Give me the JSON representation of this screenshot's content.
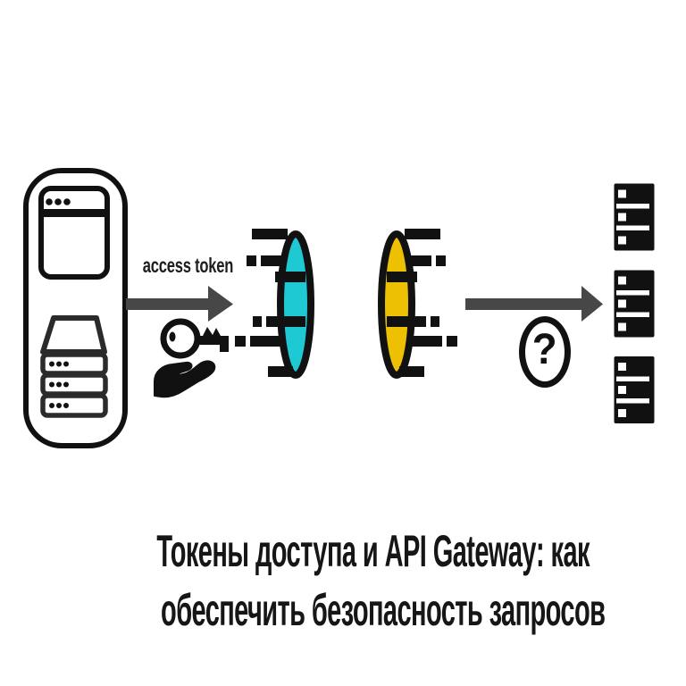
{
  "page": {
    "background": "#FFFFFF"
  },
  "colors": {
    "ink": "#161616",
    "arrow": "#474747",
    "gateway_in": "#1FC9D3",
    "gateway_out": "#EDC004"
  },
  "flow": {
    "token_label": "access token",
    "question_mark": "?",
    "icons": [
      "client-device-icon",
      "browser-window-icon",
      "server-stack-icon",
      "key-in-hand-icon",
      "arrow-right-icon",
      "api-gateway-inbound-icon",
      "api-gateway-outbound-icon",
      "question-badge-icon",
      "backend-server-icon"
    ]
  },
  "caption": {
    "line1": "Токены доступа и API Gateway: как",
    "line2": "обеспечить безопасность запросов"
  }
}
